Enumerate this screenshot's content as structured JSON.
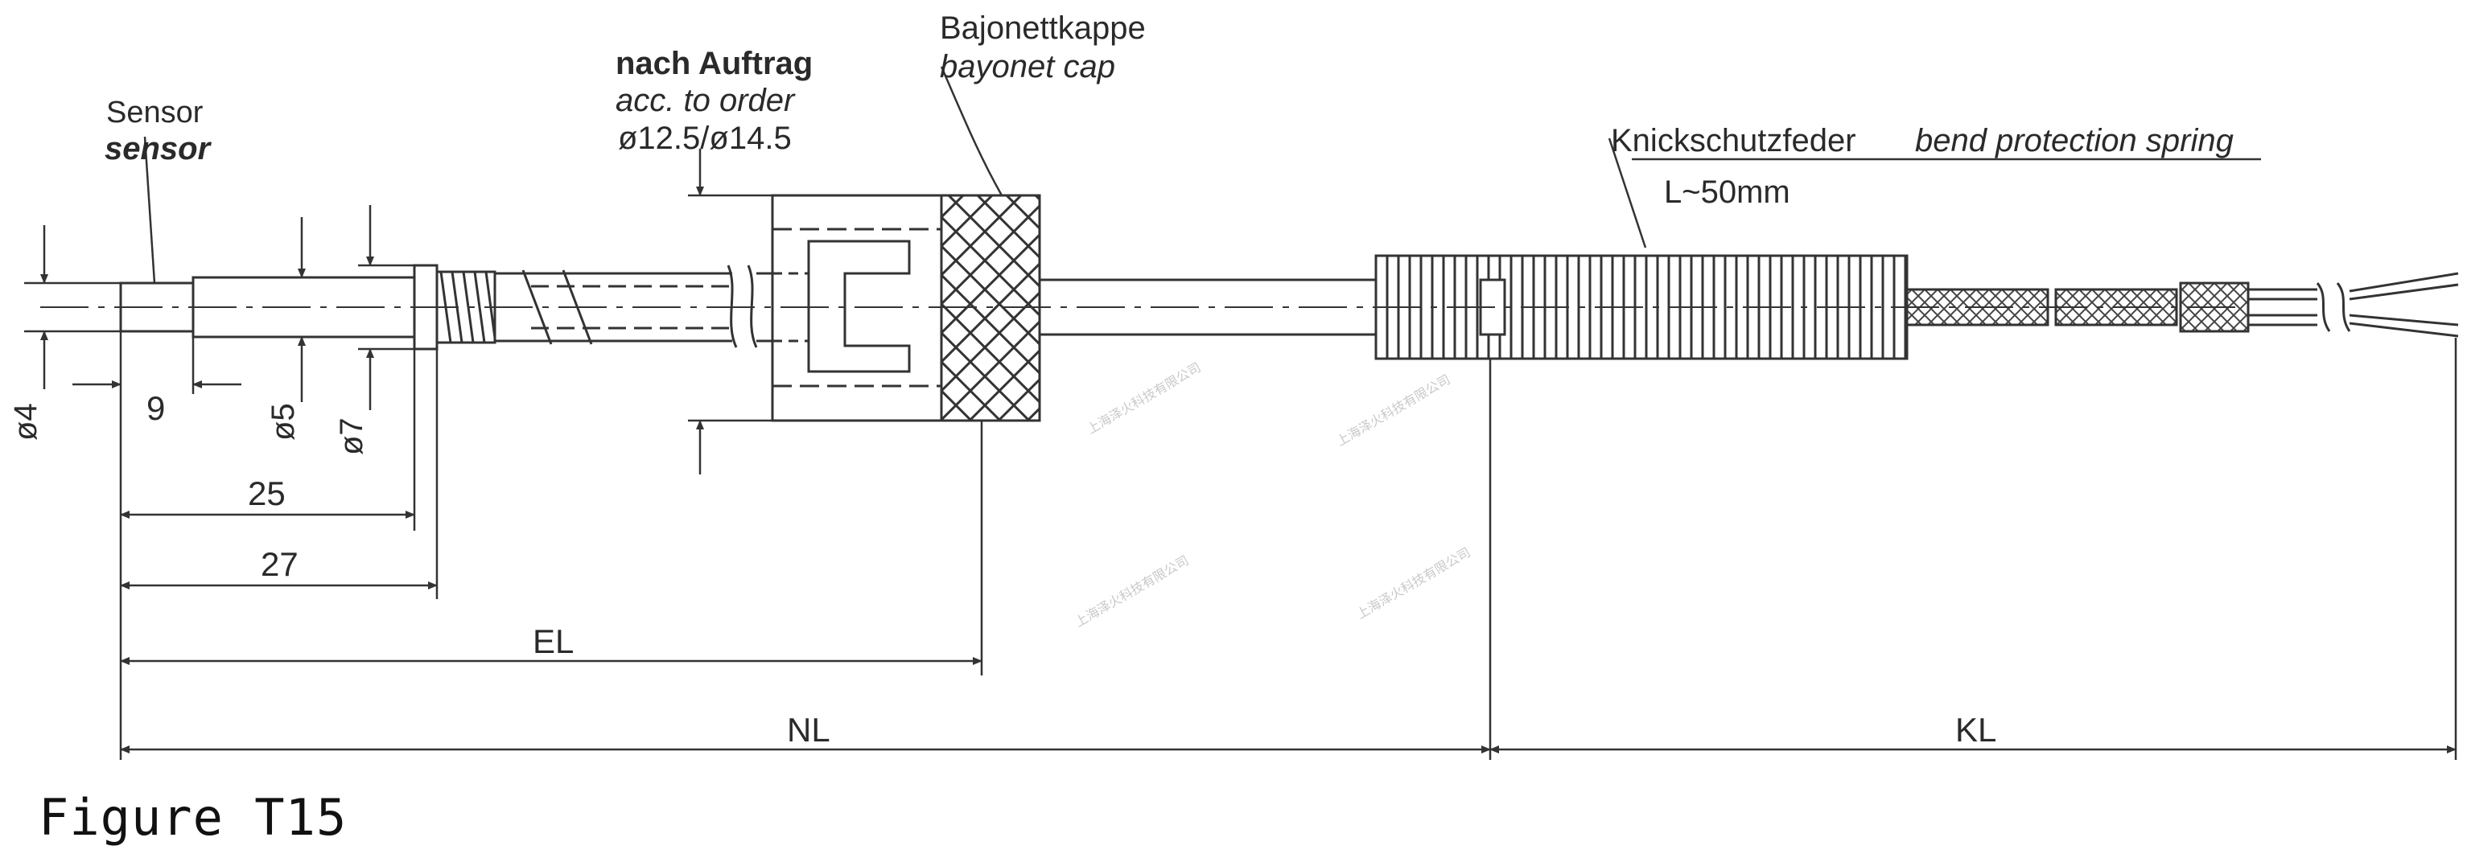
{
  "labels": {
    "sensor_de": "Sensor",
    "sensor_en": "sensor",
    "order_de": "nach Auftrag",
    "order_en": "acc. to order",
    "order_dia": "ø12.5/ø14.5",
    "cap_de": "Bajonettkappe",
    "cap_en": "bayonet cap",
    "spring_de": "Knickschutzfeder",
    "spring_en": "bend protection spring",
    "spring_len": "L~50mm"
  },
  "dimensions": {
    "d4": "ø4",
    "d5": "ø5",
    "d7": "ø7",
    "l9": "9",
    "l25": "25",
    "l27": "27",
    "el": "EL",
    "nl": "NL",
    "kl": "KL"
  },
  "watermark": "上海泽火科技有限公司",
  "caption": "Figure T15"
}
